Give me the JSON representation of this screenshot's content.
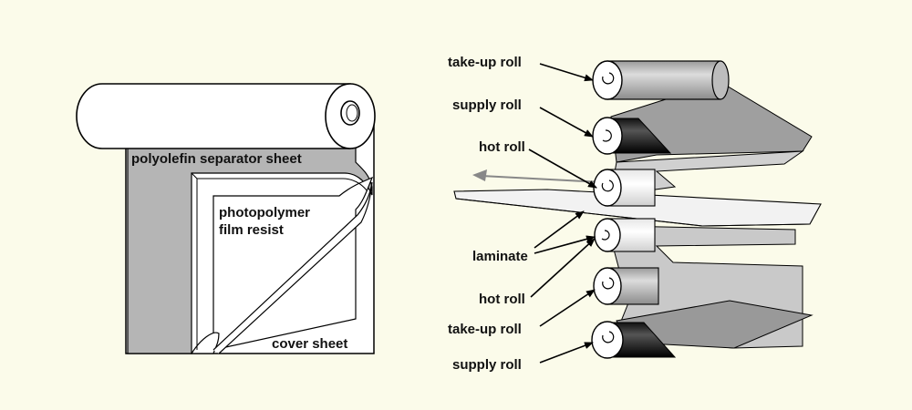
{
  "colors": {
    "background": "#fbfbea",
    "sheet_gray": "#b5b5b5",
    "dark_gray": "#8a8a8a",
    "roll_white": "#ffffff",
    "outline": "#000000"
  },
  "left_panel": {
    "separator_label": "polyolefin separator sheet",
    "resist_label_line1": "photopolymer",
    "resist_label_line2": "film resist",
    "cover_label": "cover sheet"
  },
  "right_panel": {
    "labels": {
      "top_takeup": "take-up roll",
      "top_supply": "supply roll",
      "top_hot": "hot roll",
      "laminate": "laminate",
      "bottom_hot": "hot roll",
      "bottom_takeup": "take-up roll",
      "bottom_supply": "supply roll"
    }
  }
}
